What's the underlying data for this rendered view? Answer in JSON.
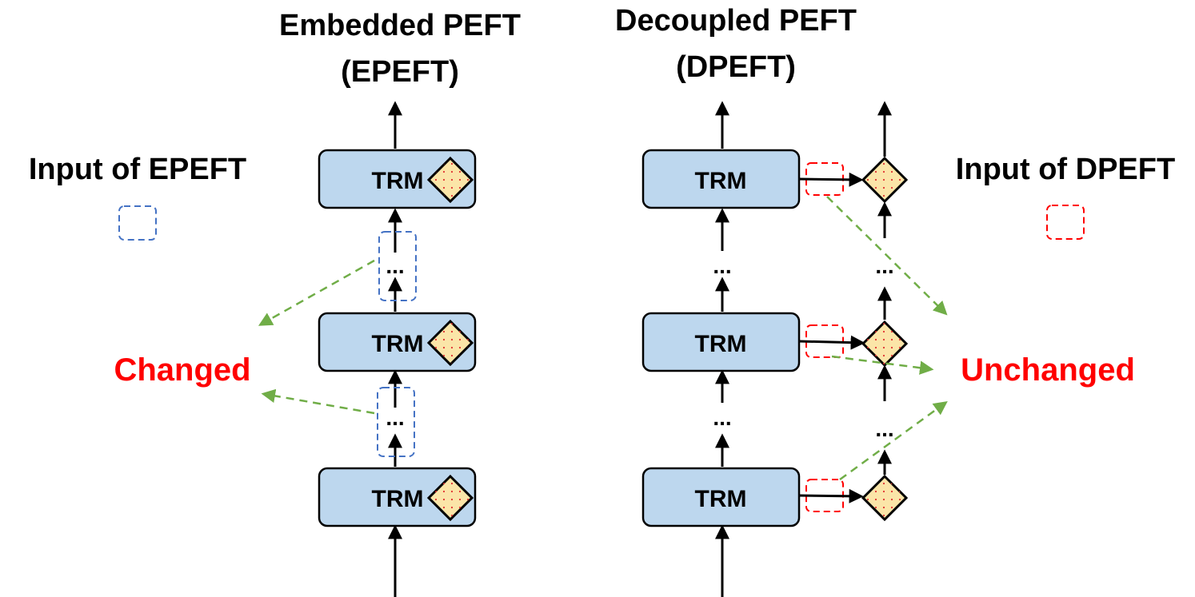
{
  "epeft": {
    "title_line1": "Embedded PEFT",
    "title_line2": "(EPEFT)",
    "input_label": "Input of EPEFT",
    "trm_label": "TRM",
    "ellipsis": "..."
  },
  "dpeft": {
    "title_line1": "Decoupled PEFT",
    "title_line2": "(DPEFT)",
    "input_label": "Input of DPEFT",
    "trm_label": "TRM",
    "ellipsis": "..."
  },
  "changed_label": "Changed",
  "unchanged_label": "Unchanged",
  "colors": {
    "trm_fill": "#bdd7ee",
    "adapter_fill": "#fbe5a8",
    "adapter_dots": "#e03030",
    "epeft_dash": "#4472c4",
    "dpeft_dash": "#ff0000",
    "green_arrow": "#70ad47",
    "label_red": "#ff0000"
  }
}
